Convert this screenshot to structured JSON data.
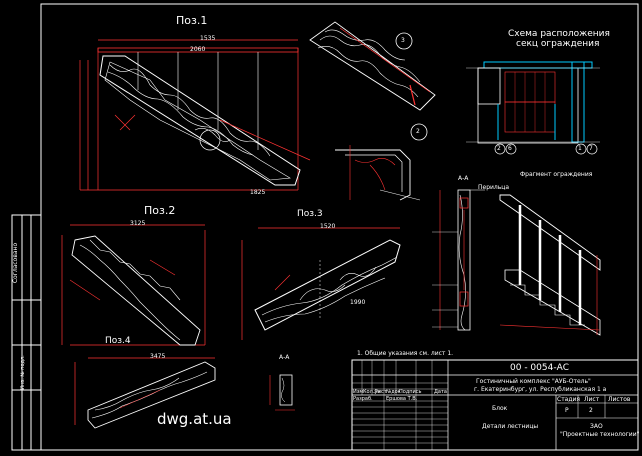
{
  "drawing": {
    "positions": {
      "pos1": "Поз.1",
      "pos2": "Поз.2",
      "pos3": "Поз.3",
      "pos4": "Поз.4"
    },
    "callouts": [
      "3",
      "2",
      "2",
      "6",
      "1",
      "7"
    ],
    "scheme_title_line1": "Схема расположения",
    "scheme_title_line2": "секц ограждения",
    "fragment_title": "Фрагмент ограждения",
    "section_mark": "А-А",
    "section_mark2": "А-А",
    "handrail_label": "Перильца",
    "note": "1. Общие указания см. лист 1.",
    "dims": {
      "d1": "1535",
      "d2": "2060",
      "d3": "3125",
      "d4": "1520",
      "d5": "3475",
      "d6": "1825",
      "d7": "1990"
    }
  },
  "title_block": {
    "doc_code": "00 - 0054-АС",
    "project_line1": "Гостиничный комплекс \"АУБ-Отель\"",
    "project_line2": "г. Екатеринбург, ул. Республиканская 1 а",
    "sheet_name": "Блок",
    "part_name": "Детали лестницы",
    "stage_header": "Стадия",
    "sheet_header": "Лист",
    "sheets_header": "Листов",
    "stage_value": "Р",
    "sheet_value": "2",
    "org_line1": "ЗАО",
    "org_line2": "\"Проектные технологии\"",
    "rows": [
      "Изм.",
      "Кол.уч",
      "Лист",
      "№док",
      "Подпись",
      "Дата"
    ],
    "developer": "Разраб.",
    "developer_name": "Ершова Т.В."
  },
  "side_stamp": {
    "agreed": "Согласовано",
    "inv": "Инв. № подл."
  },
  "watermark": "dwg.at.ua"
}
